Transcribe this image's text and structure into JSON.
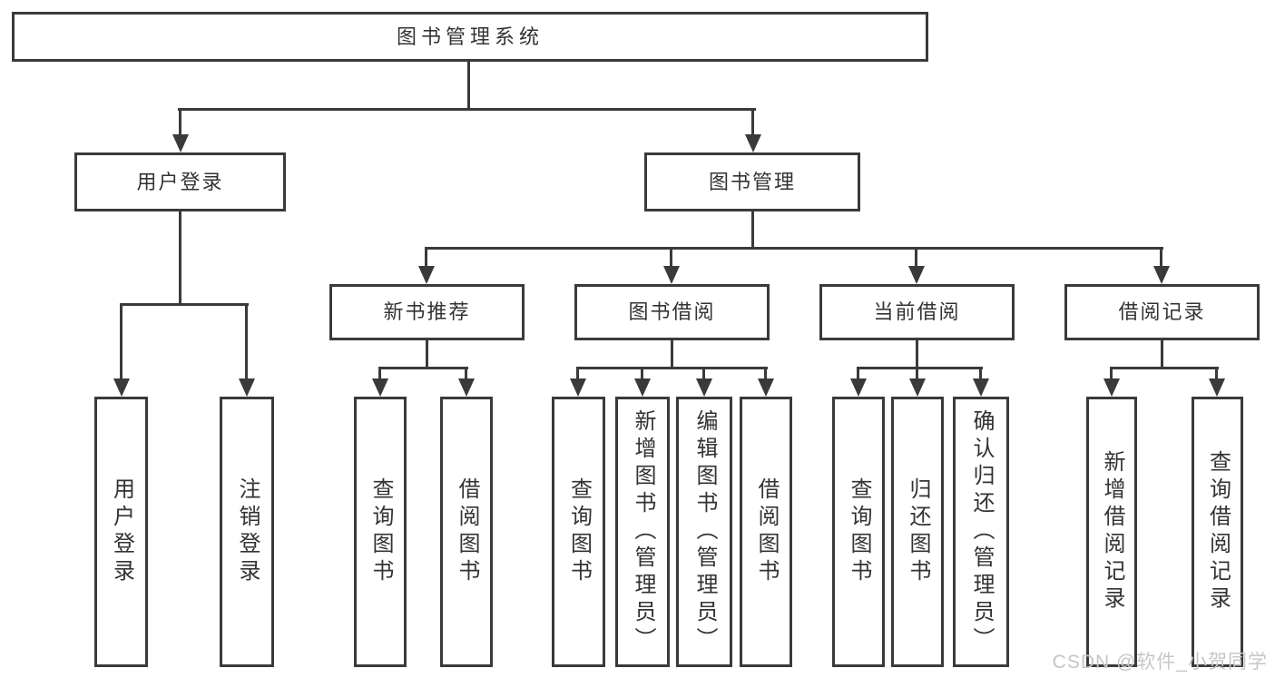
{
  "diagram": {
    "root": {
      "label": "图书管理系统"
    },
    "branches": {
      "user_login": {
        "label": "用户登录"
      },
      "book_mgmt": {
        "label": "图书管理"
      }
    },
    "modules": {
      "new_books": {
        "label": "新书推荐"
      },
      "book_borrow": {
        "label": "图书借阅"
      },
      "current_borrow": {
        "label": "当前借阅"
      },
      "borrow_records": {
        "label": "借阅记录"
      }
    },
    "leaves": {
      "user_login": {
        "label": "用户登录"
      },
      "logout": {
        "label": "注销登录"
      },
      "nb_query_books": {
        "label": "查询图书"
      },
      "nb_borrow_books": {
        "label": "借阅图书"
      },
      "bb_query_books": {
        "label": "查询图书"
      },
      "bb_add_books": {
        "label": "新增图书（管理员）"
      },
      "bb_edit_books": {
        "label": "编辑图书（管理员）"
      },
      "bb_borrow_books": {
        "label": "借阅图书"
      },
      "cb_query_books": {
        "label": "查询图书"
      },
      "cb_return_books": {
        "label": "归还图书"
      },
      "cb_confirm_return": {
        "label": "确认归还（管理员）"
      },
      "br_add_record": {
        "label": "新增借阅记录"
      },
      "br_query_record": {
        "label": "查询借阅记录"
      }
    }
  },
  "watermark": {
    "text": "CSDN @软件_小贺同学"
  },
  "colors": {
    "line": "#3a3a3a",
    "text": "#333333",
    "background": "#ffffff",
    "watermark": "#c6c6c6"
  }
}
